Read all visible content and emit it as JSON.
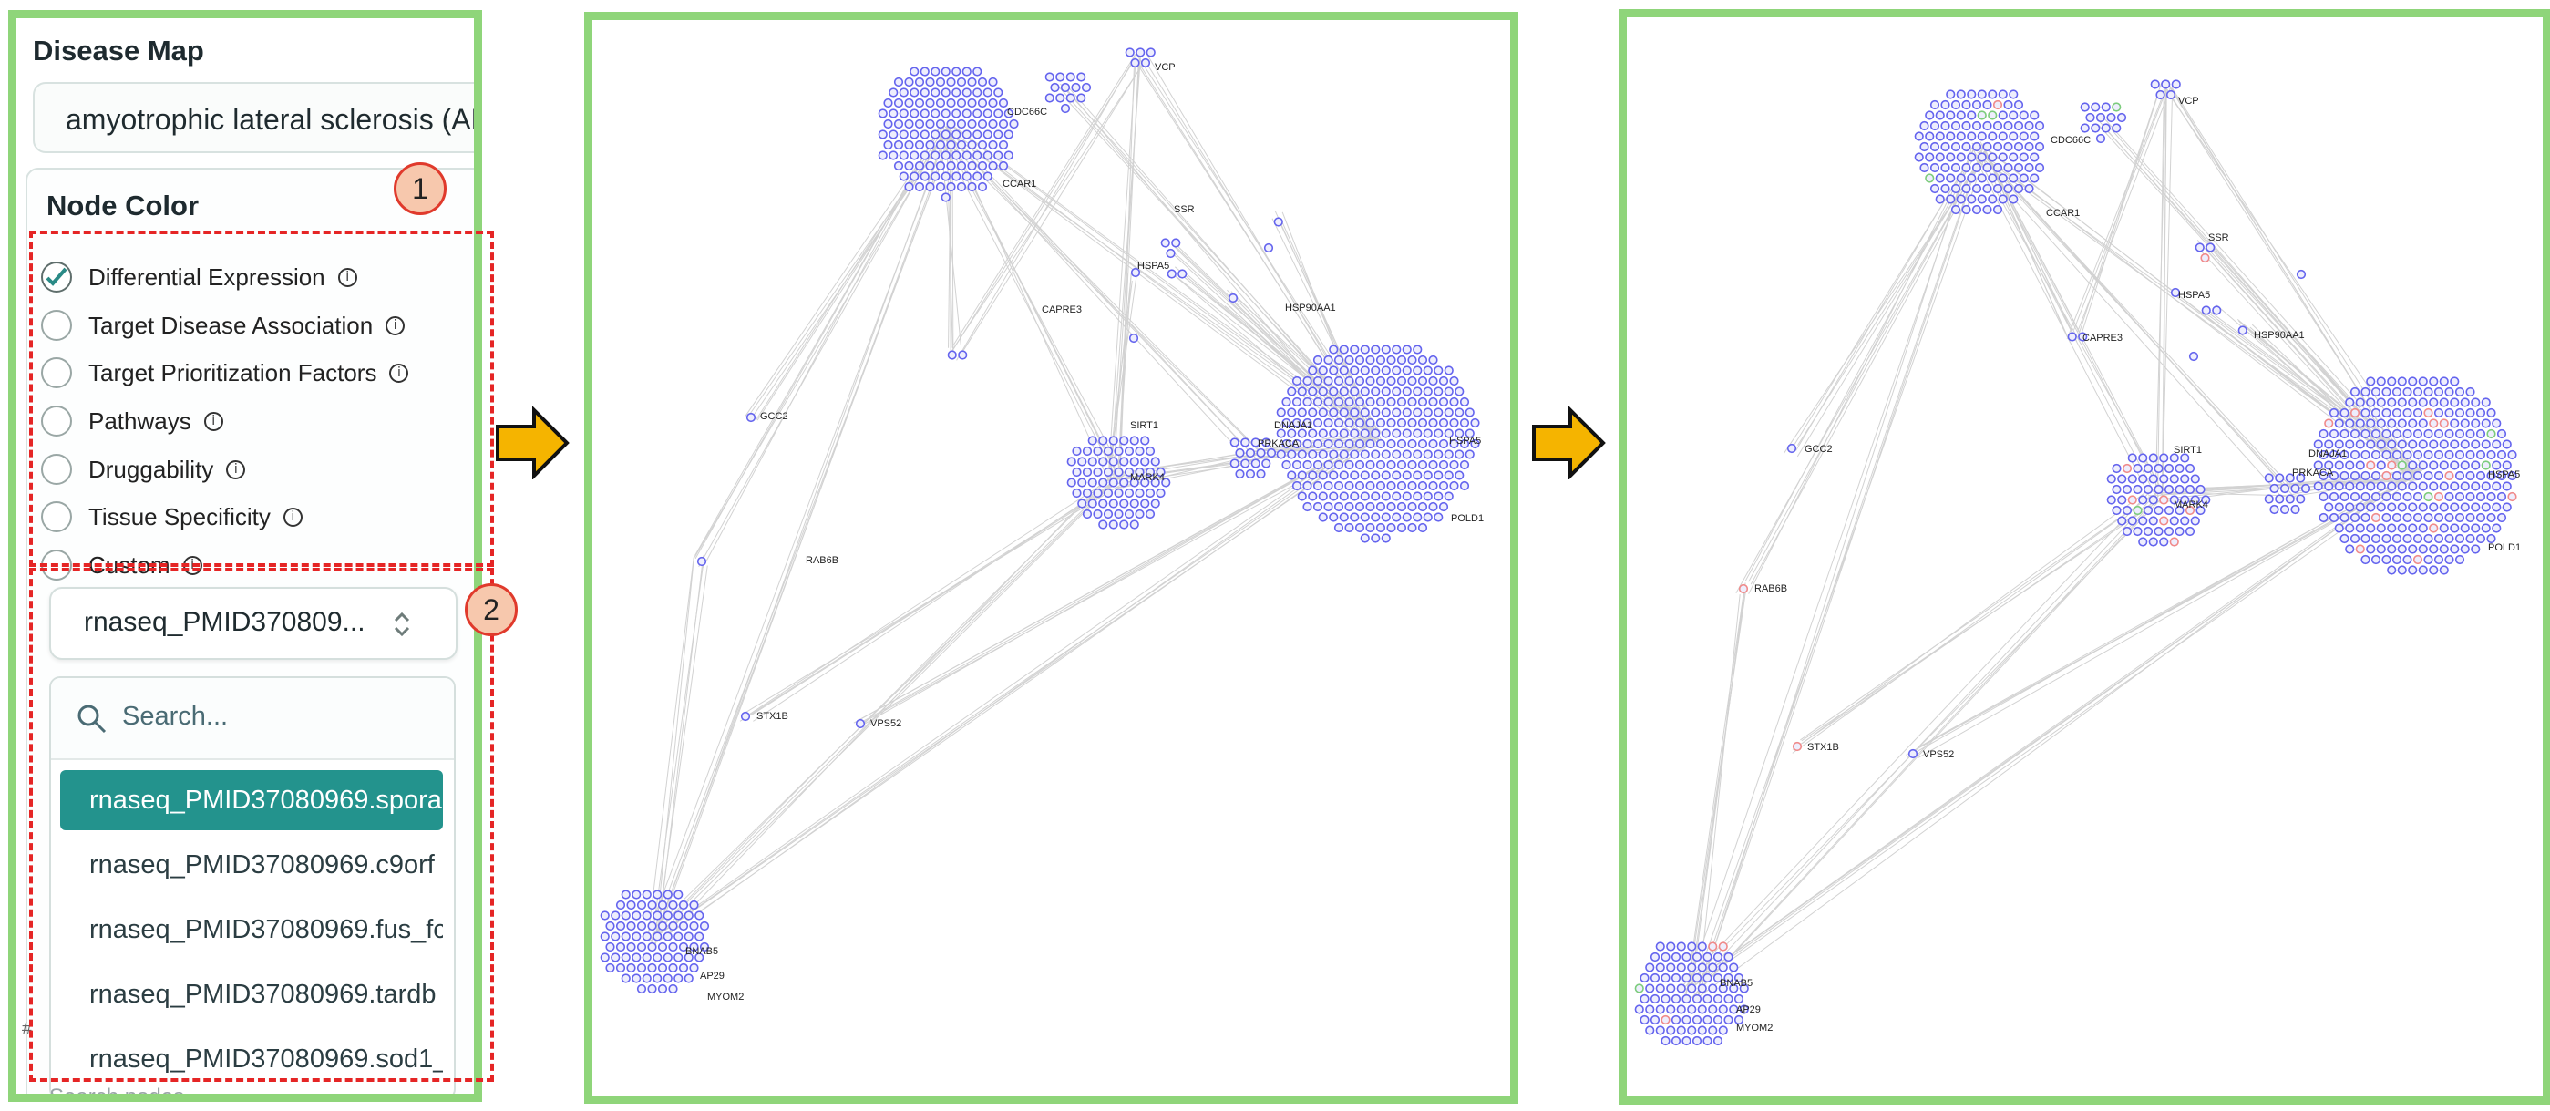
{
  "sidebar": {
    "title": "Disease Map",
    "disease_value": "amyotrophic lateral sclerosis (ALS",
    "node_color_title": "Node Color",
    "options": [
      {
        "label": "Differential Expression",
        "checked": true
      },
      {
        "label": "Target Disease Association",
        "checked": false
      },
      {
        "label": "Target Prioritization Factors",
        "checked": false
      },
      {
        "label": "Pathways",
        "checked": false
      },
      {
        "label": "Druggability",
        "checked": false
      },
      {
        "label": "Tissue Specificity",
        "checked": false
      },
      {
        "label": "Custom",
        "checked": false
      }
    ],
    "dataset_selected": "rnaseq_PMID370809...",
    "search_placeholder": "Search...",
    "dataset_options": [
      "rnaseq_PMID37080969.spora",
      "rnaseq_PMID37080969.c9orf",
      "rnaseq_PMID37080969.fus_fc",
      "rnaseq_PMID37080969.tardb",
      "rnaseq_PMID37080969.sod1_"
    ],
    "stray_hash": "#",
    "search_nodes_peek": "Search nodes..."
  },
  "annotations": {
    "badge_1": "1",
    "badge_2": "2"
  },
  "colors": {
    "panel_border": "#8fd57a",
    "node": "#6464ee",
    "node_fill": "#eeeefd",
    "edge": "#d2d2d2",
    "selected_option": "#23938d",
    "highlight_red": "#e52525",
    "arrow_fill": "#f5b400",
    "up_regulated": "#f08a8a",
    "down_regulated": "#7ccc7c"
  },
  "graph_labels": {
    "top_cluster": [
      "CDC66C",
      "CCAR1"
    ],
    "top_right": "VCP",
    "misc": [
      "SSR",
      "HSPA5",
      "HSP90AA1",
      "CAPRE3",
      "GCC2",
      "RAB6B",
      "STX1B",
      "VPS52"
    ],
    "center_cluster": [
      "SIRT1",
      "MARK4"
    ],
    "mid_cluster": [
      "DNAJA1",
      "PRKACA"
    ],
    "big_cluster": [
      "HSPA5",
      "POLD1"
    ],
    "bottom_cluster": [
      "BNAB5",
      "AP29",
      "MYOM2"
    ]
  }
}
